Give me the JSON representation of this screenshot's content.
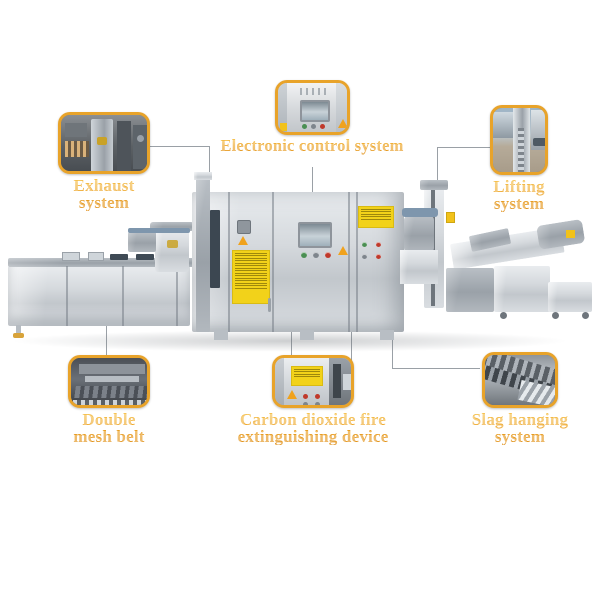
{
  "diagram": {
    "background_color": "#ffffff",
    "accent_color": "#e8a32a",
    "label_color": "#eda128",
    "connector_color": "#9aa0a6",
    "subject": "industrial conveyor brazing furnace production line"
  },
  "callouts": [
    {
      "id": "exhaust-system",
      "label": "Exhaust\nsystem",
      "thumb_name": "exhaust-system-photo",
      "thumb_alt": "close-up of stainless exhaust stack and manifold piping"
    },
    {
      "id": "electronic-control-system",
      "label": "Electronic control system",
      "thumb_name": "electronic-control-system-photo",
      "thumb_alt": "control cabinet with HMI touch screen and push buttons"
    },
    {
      "id": "lifting-system",
      "label": "Lifting\nsystem",
      "thumb_name": "lifting-system-photo",
      "thumb_alt": "vertical lifting column with chain hoist outdoors"
    },
    {
      "id": "double-mesh-belt",
      "label": "Double\nmesh belt",
      "thumb_name": "double-mesh-belt-photo",
      "thumb_alt": "interior view of the double wire mesh conveyor belt"
    },
    {
      "id": "carbon-dioxide-fire-extinguishing-device",
      "label": "Carbon dioxide fire\nextinguishing device",
      "thumb_name": "co2-fire-extinguishing-device-photo",
      "thumb_alt": "cabinet panel with yellow warning plate and indicator buttons"
    },
    {
      "id": "slag-hanging-system",
      "label": "Slag hanging\nsystem",
      "thumb_name": "slag-hanging-system-photo",
      "thumb_alt": "inclined slag hanging chain conveyor"
    }
  ],
  "machine": {
    "name": "mesh-belt-brazing-furnace-line",
    "sections": [
      {
        "name": "cooling-tunnel-left",
        "alt": "long low stainless cooling tunnel section"
      },
      {
        "name": "exhaust-stack",
        "alt": "cylindrical exhaust stack on tunnel"
      },
      {
        "name": "main-furnace-cabinet",
        "alt": "tall stainless furnace cabinet with doors"
      },
      {
        "name": "control-door-hmi",
        "alt": "cabinet door with touch screen and buttons"
      },
      {
        "name": "yellow-warning-plate",
        "alt": "yellow instruction / warning placard"
      },
      {
        "name": "lifting-column",
        "alt": "vertical lifting column at right of furnace"
      },
      {
        "name": "discharge-conveyor",
        "alt": "inclined discharge conveyor with hopper"
      },
      {
        "name": "slag-chain-conveyor",
        "alt": "slag hanging chain conveyor at far right"
      }
    ]
  }
}
